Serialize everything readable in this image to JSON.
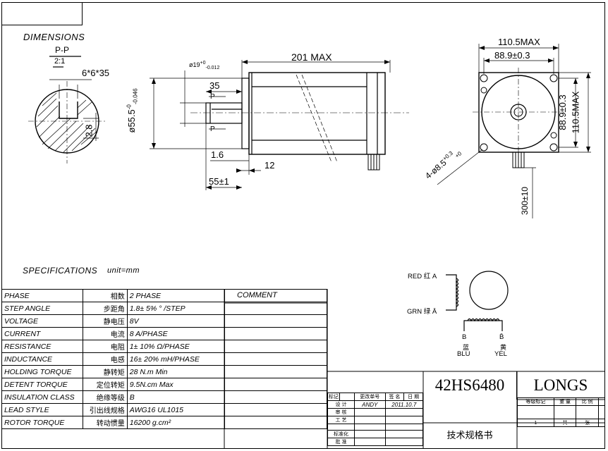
{
  "headers": {
    "dimensions": "DIMENSIONS",
    "specifications": "SPECIFICATIONS",
    "unit": "unit=mm"
  },
  "section_view": {
    "label": "P-P",
    "scale": "2:1",
    "keyway": "6*6*35",
    "depth": "2.8"
  },
  "side_view": {
    "length": "201 MAX",
    "shaft_dia": "ø19",
    "shaft_tol_upper": "+0",
    "shaft_tol_lower": "-0.012",
    "pilot_dia": "ø55.5",
    "pilot_tol_upper": "-0",
    "pilot_tol_lower": "-0.046",
    "key_len": "35",
    "p_top": "P",
    "p_bottom": "P",
    "step": "1.6",
    "flange": "12",
    "shaft_len": "55±1"
  },
  "front_view": {
    "width_max": "110.5MAX",
    "bolt_pitch": "88.9±0.3",
    "height_bolt": "88.9±0.3",
    "height_max": "110.5MAX",
    "holes": "4-ø8.5",
    "holes_upper": "+0.3",
    "holes_lower": "+0",
    "lead_len": "300±10"
  },
  "wiring": {
    "red": "RED 红 A",
    "grn": "GRN 绿 Ā",
    "b_letter": "B",
    "b_zh": "蓝",
    "b_en": "BLU",
    "bbar_letter": "B̄",
    "bbar_zh": "黄",
    "bbar_en": "YEL"
  },
  "specs": {
    "comment": "COMMENT",
    "rows": [
      {
        "en": "PHASE",
        "zh": "相数",
        "val": "2  PHASE"
      },
      {
        "en": "STEP ANGLE",
        "zh": "步距角",
        "val": "1.8± 5% ° /STEP"
      },
      {
        "en": "VOLTAGE",
        "zh": "静电压",
        "val": "8V"
      },
      {
        "en": "CURRENT",
        "zh": "电流",
        "val": "8 A/PHASE"
      },
      {
        "en": "RESISTANCE",
        "zh": "电阻",
        "val": "1± 10%  Ω/PHASE"
      },
      {
        "en": "INDUCTANCE",
        "zh": "电感",
        "val": "16± 20% mH/PHASE"
      },
      {
        "en": "HOLDING TORQUE",
        "zh": "静转矩",
        "val": "28  N.m Min"
      },
      {
        "en": "DETENT TORQUE",
        "zh": "定位转矩",
        "val": "9.5N.cm Max"
      },
      {
        "en": "INSULATION CLASS",
        "zh": "绝缘等级",
        "val": "B"
      },
      {
        "en": "LEAD STYLE",
        "zh": "引出线规格",
        "val": "AWG16  UL1015"
      },
      {
        "en": "ROTOR TORQUE",
        "zh": "转动惯量",
        "val": "16200 g.cm²"
      }
    ]
  },
  "title_block": {
    "model": "42HS6480",
    "brand": "LONGS",
    "doc": "技术规格书",
    "h_mark": "标记",
    "h_chg": "更改单号",
    "h_sign": "签 名",
    "h_date": "日 期",
    "design": "设 计",
    "designer": "ANDY",
    "date": "2011.10.7",
    "review": "审 核",
    "process": "工 艺",
    "std": "标准化",
    "approve": "批 准",
    "grade": "等级标记",
    "weight": "重 量",
    "ratio": "比 例",
    "sheet_num": "1",
    "total": "共",
    "sheet": "张"
  }
}
